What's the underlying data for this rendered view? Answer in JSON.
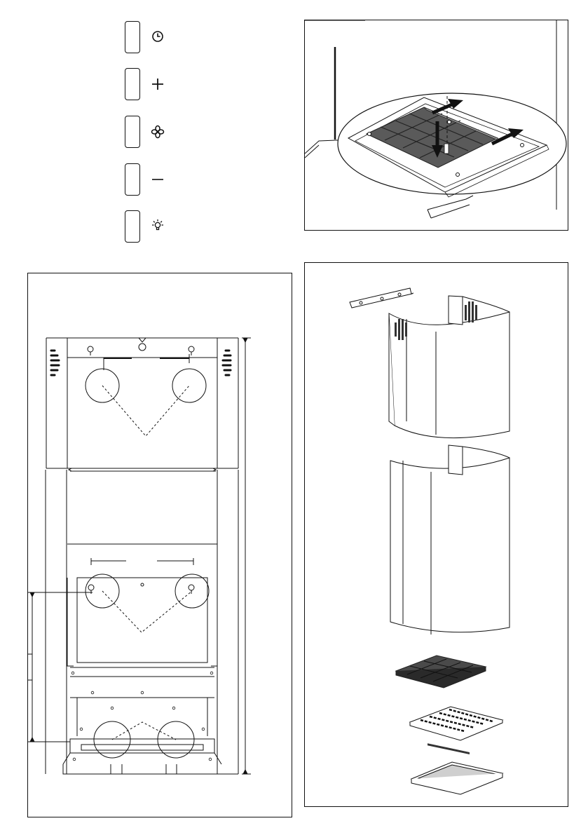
{
  "controls": {
    "buttons": [
      {
        "id": "timer",
        "icon": "clock-icon"
      },
      {
        "id": "plus",
        "icon": "plus-icon"
      },
      {
        "id": "fan",
        "icon": "fan-icon"
      },
      {
        "id": "minus",
        "icon": "minus-icon"
      },
      {
        "id": "light",
        "icon": "light-bulb-icon"
      }
    ]
  },
  "panels": {
    "filter_install": {
      "icon": "filter-arrow-icon"
    },
    "mounting_template": {
      "icon": "mounting-template-icon"
    },
    "parts_list": {
      "items": [
        {
          "id": "bracket",
          "icon": "bracket-icon"
        },
        {
          "id": "upper-chimney",
          "icon": "upper-chimney-icon"
        },
        {
          "id": "lower-chimney",
          "icon": "lower-chimney-icon"
        },
        {
          "id": "charcoal-filter",
          "icon": "charcoal-filter-icon"
        },
        {
          "id": "grease-filter-grid",
          "icon": "grid-filter-icon"
        },
        {
          "id": "grease-filter-mesh",
          "icon": "mesh-filter-icon"
        }
      ]
    }
  },
  "colors": {
    "line": "#111111",
    "filter_fill": "#5a5a5a",
    "filter_dark": "#333333"
  }
}
